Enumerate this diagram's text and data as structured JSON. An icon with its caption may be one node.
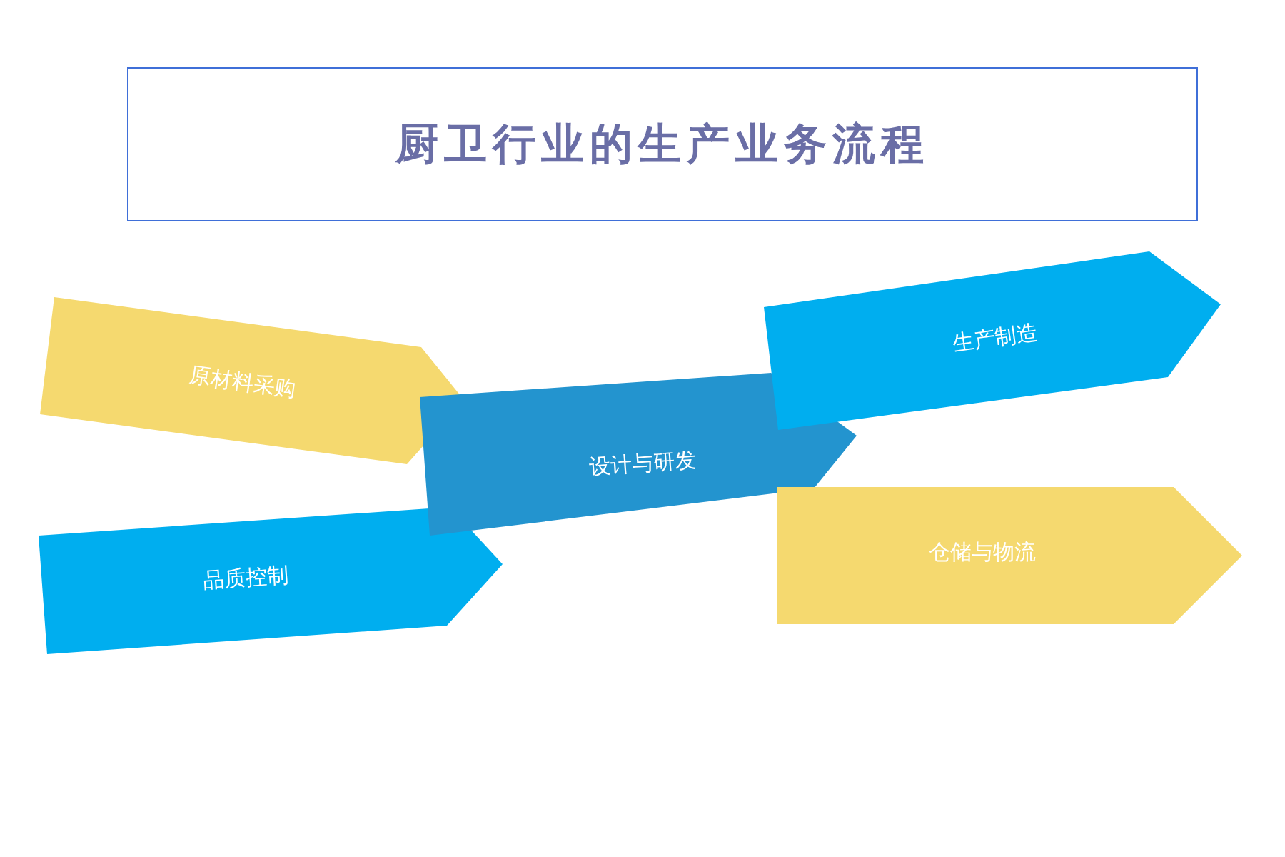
{
  "diagram": {
    "title": "厨卫行业的生产业务流程",
    "nodes": [
      {
        "text": [
          "原材料采购"
        ]
      },
      {
        "text": [
          "生产制造"
        ]
      },
      {
        "text": [
          "设计与研发"
        ]
      },
      {
        "text": [
          "品质控制"
        ]
      },
      {
        "text": [
          "仓储与物流"
        ]
      }
    ]
  }
}
